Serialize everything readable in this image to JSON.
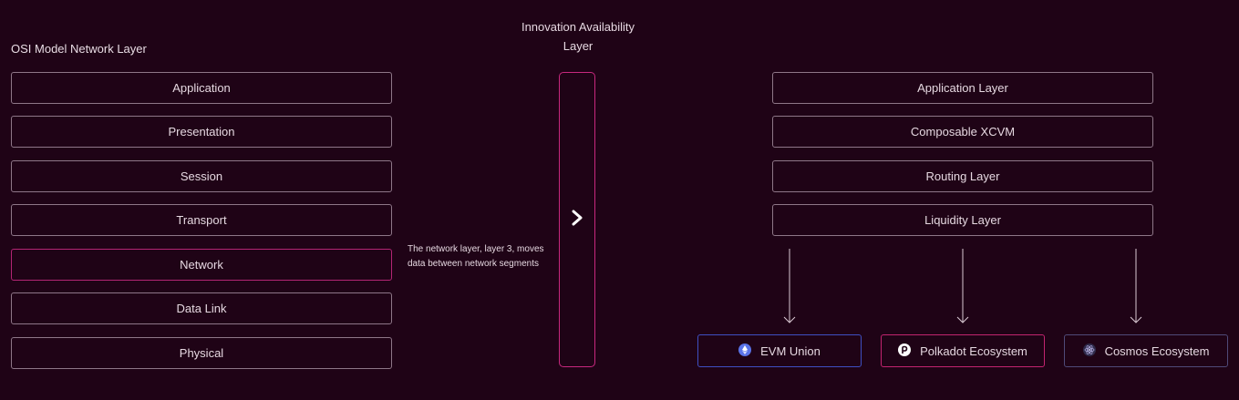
{
  "osi": {
    "title": "OSI Model Network Layer",
    "layers": [
      {
        "label": "Application"
      },
      {
        "label": "Presentation"
      },
      {
        "label": "Session"
      },
      {
        "label": "Transport"
      },
      {
        "label": "Network"
      },
      {
        "label": "Data Link"
      },
      {
        "label": "Physical"
      }
    ],
    "note": "The network layer, layer 3, moves data between network segments"
  },
  "innovation": {
    "title": "Innovation Availability Layer",
    "icon": "chevron-right-icon"
  },
  "stack": {
    "layers": [
      {
        "label": "Application Layer"
      },
      {
        "label": "Composable XCVM"
      },
      {
        "label": "Routing Layer"
      },
      {
        "label": "Liquidity Layer"
      }
    ]
  },
  "ecosystems": [
    {
      "label": "EVM Union",
      "icon": "ethereum-icon",
      "color": "#3f4fc2"
    },
    {
      "label": "Polkadot Ecosystem",
      "icon": "polkadot-icon",
      "color": "#c2246f"
    },
    {
      "label": "Cosmos Ecosystem",
      "icon": "cosmos-icon",
      "color": "#4f4a78"
    }
  ],
  "colors": {
    "background": "#1f0316",
    "accent": "#c7287e",
    "border": "#8e7788"
  }
}
